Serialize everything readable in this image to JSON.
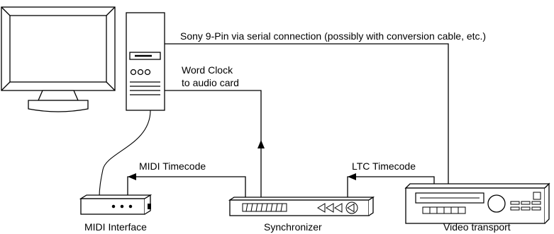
{
  "labels": {
    "sony": "Sony 9-Pin via serial connection (possibly with conversion cable, etc.)",
    "word_clock_line1": "Word Clock",
    "word_clock_line2": "to audio card",
    "midi_timecode": "MIDI Timecode",
    "ltc_timecode": "LTC Timecode",
    "midi_interface": "MIDI Interface",
    "synchronizer": "Synchronizer",
    "video_transport": "Video transport"
  },
  "colors": {
    "stroke": "#000000",
    "fill": "#ffffff"
  }
}
